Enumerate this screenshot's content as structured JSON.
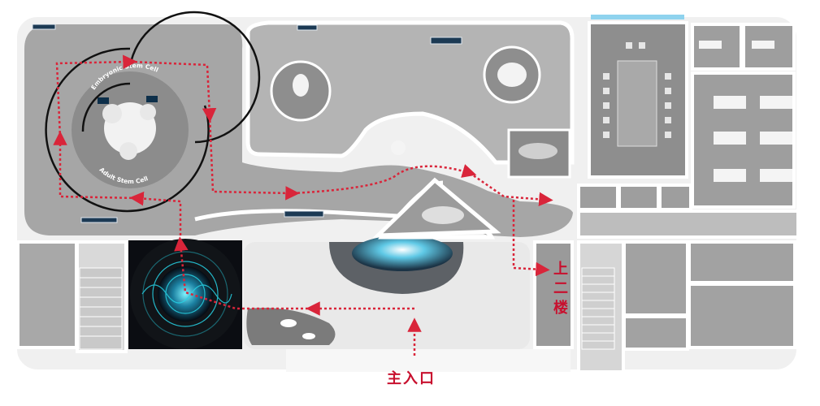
{
  "labels": {
    "main_entrance": "主入口",
    "upstairs": "上二楼",
    "embryonic_stem_cell": "Embryonic Stem Cell",
    "adult_stem_cell": "Adult Stem Cell"
  },
  "colors": {
    "route": "#d9253a",
    "floor": "#a6a6a6",
    "wall": "#f2f2f2",
    "room": "#bdbdbd",
    "spiral": "#111111",
    "screen_glow": "#27d3e6"
  },
  "icons": {
    "route_arrow": "route-arrow-icon",
    "stairs": "stairs-icon"
  }
}
